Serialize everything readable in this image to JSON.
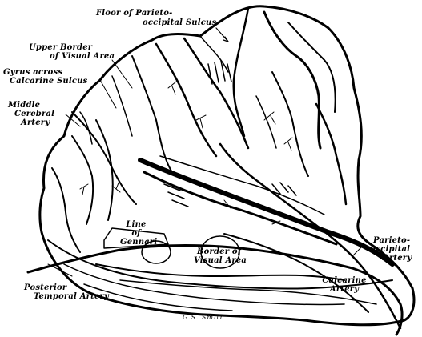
{
  "labels": {
    "floor_parieto_occipital_1": "Floor of Parieto-",
    "floor_parieto_occipital_2": "occipital Sulcus",
    "upper_border_1": "Upper Border",
    "upper_border_2": "of Visual Area",
    "gyrus_across_1": "Gyrus across",
    "gyrus_across_2": "Calcarine Sulcus",
    "middle_cerebral_1": "Middle",
    "middle_cerebral_2": "Cerebral",
    "middle_cerebral_3": "Artery",
    "line_of_gennari_1": "Line",
    "line_of_gennari_2": "of",
    "line_of_gennari_3": "Gennari",
    "border_visual_1": "Border of",
    "border_visual_2": "Visual Area",
    "parieto_occipital_artery_1": "Parieto-",
    "parieto_occipital_artery_2": "occipital",
    "parieto_occipital_artery_3": "Artery",
    "posterior_temporal_1": "Posterior",
    "posterior_temporal_2": "Temporal Artery",
    "calcarine_artery_1": "Calcarine",
    "calcarine_artery_2": "Artery",
    "artist_signature": "G.S. Smith"
  }
}
